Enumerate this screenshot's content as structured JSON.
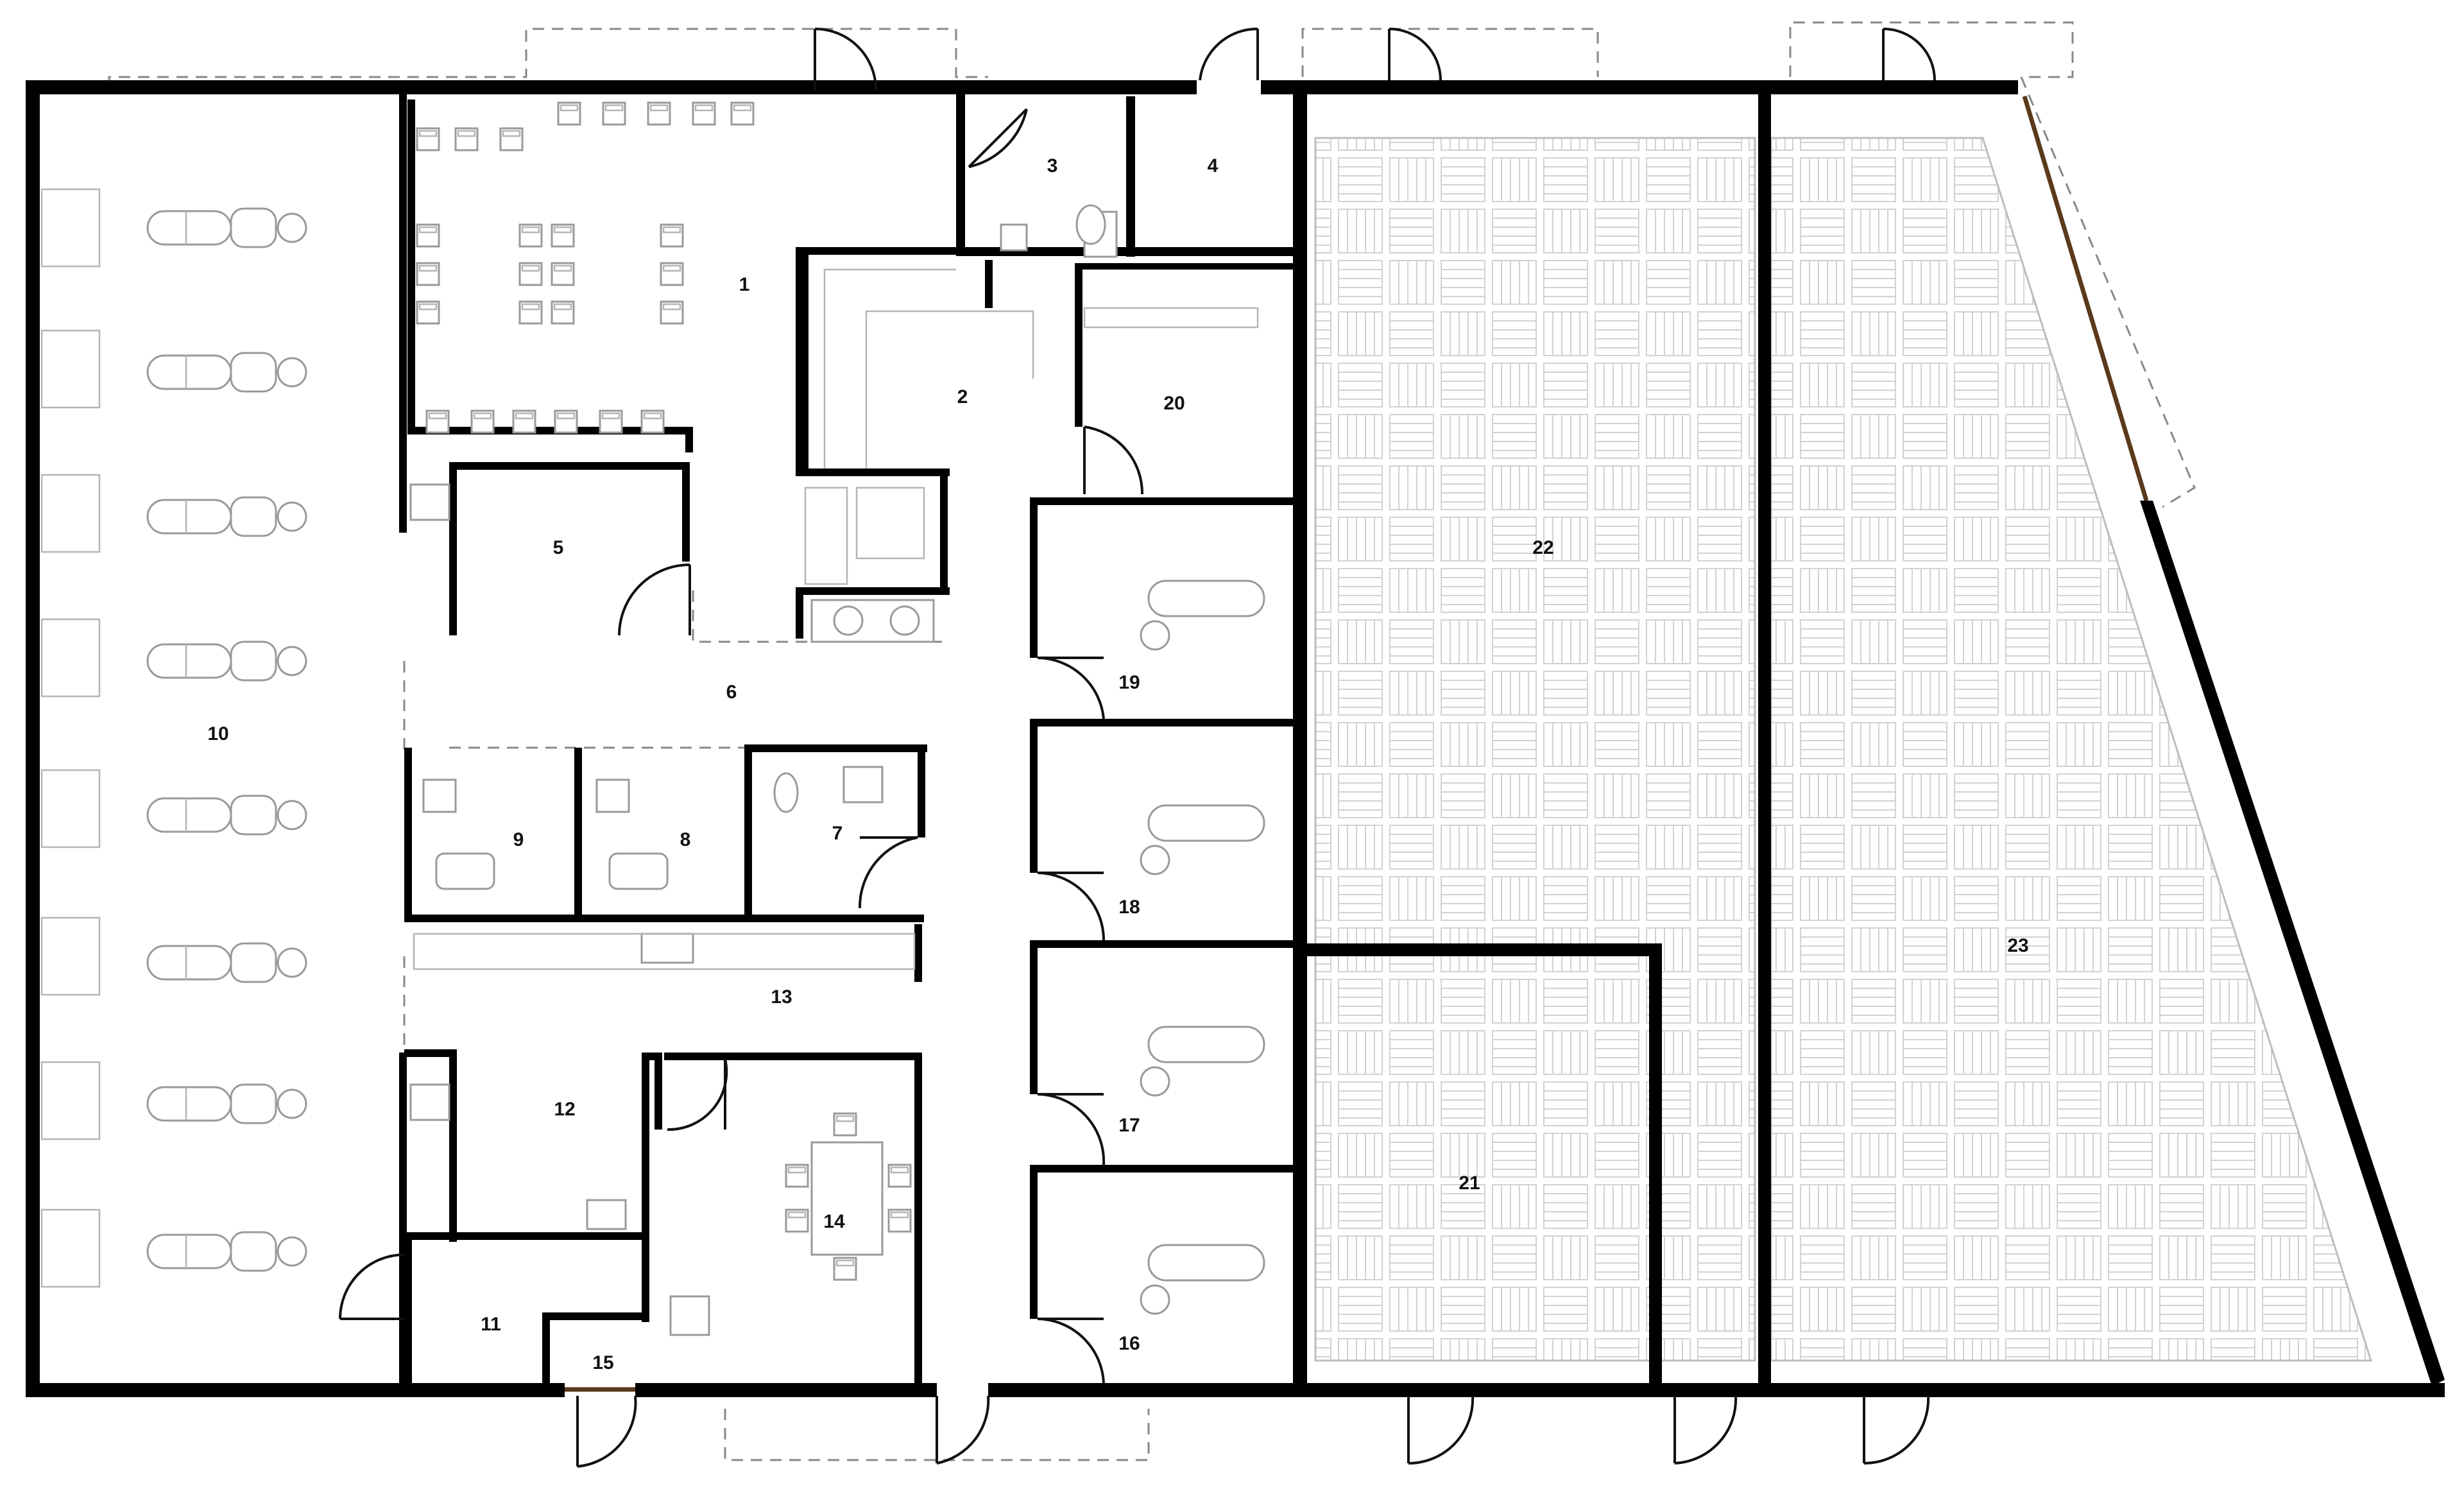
{
  "plan": {
    "rooms": [
      {
        "id": "r1",
        "label": "1"
      },
      {
        "id": "r2",
        "label": "2"
      },
      {
        "id": "r3",
        "label": "3"
      },
      {
        "id": "r4",
        "label": "4"
      },
      {
        "id": "r5",
        "label": "5"
      },
      {
        "id": "r6",
        "label": "6"
      },
      {
        "id": "r7",
        "label": "7"
      },
      {
        "id": "r8",
        "label": "8"
      },
      {
        "id": "r9",
        "label": "9"
      },
      {
        "id": "r10",
        "label": "10"
      },
      {
        "id": "r11",
        "label": "11"
      },
      {
        "id": "r12",
        "label": "12"
      },
      {
        "id": "r13",
        "label": "13"
      },
      {
        "id": "r14",
        "label": "14"
      },
      {
        "id": "r15",
        "label": "15"
      },
      {
        "id": "r16",
        "label": "16"
      },
      {
        "id": "r17",
        "label": "17"
      },
      {
        "id": "r18",
        "label": "18"
      },
      {
        "id": "r19",
        "label": "19"
      },
      {
        "id": "r20",
        "label": "20"
      },
      {
        "id": "r21",
        "label": "21"
      },
      {
        "id": "r22",
        "label": "22"
      },
      {
        "id": "r23",
        "label": "23"
      }
    ]
  }
}
